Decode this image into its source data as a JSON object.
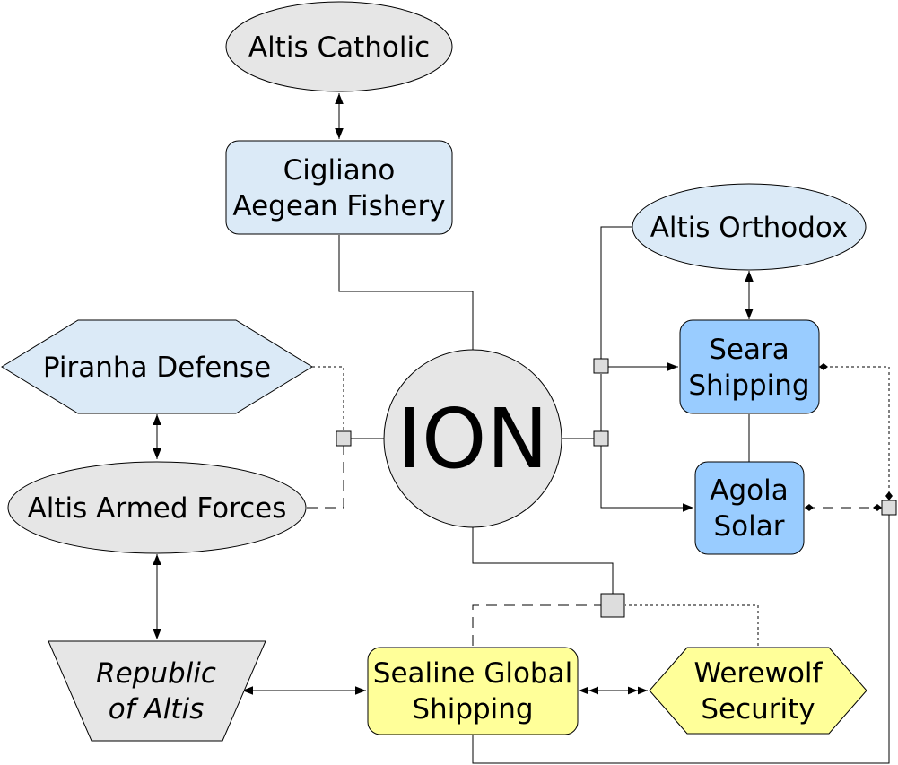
{
  "colors": {
    "gray": "#e6e6e6",
    "light_blue": "#dbeaf7",
    "blue": "#99ccff",
    "yellow": "#ffff99",
    "junction": "#dddddd"
  },
  "nodes": {
    "altis_catholic": {
      "lines": [
        "Altis Catholic"
      ]
    },
    "cigliano": {
      "lines": [
        "Cigliano",
        "Aegean Fishery"
      ]
    },
    "altis_orthodox": {
      "lines": [
        "Altis Orthodox"
      ]
    },
    "piranha": {
      "lines": [
        "Piranha Defense"
      ]
    },
    "ion": {
      "lines": [
        "ION"
      ]
    },
    "seara": {
      "lines": [
        "Seara",
        "Shipping"
      ]
    },
    "agola": {
      "lines": [
        "Agola",
        "Solar"
      ]
    },
    "armed_forces": {
      "lines": [
        "Altis Armed Forces"
      ]
    },
    "republic": {
      "lines": [
        "Republic",
        "of Altis"
      ]
    },
    "sealine": {
      "lines": [
        "Sealine Global",
        "Shipping"
      ]
    },
    "werewolf": {
      "lines": [
        "Werewolf",
        "Security"
      ]
    }
  }
}
